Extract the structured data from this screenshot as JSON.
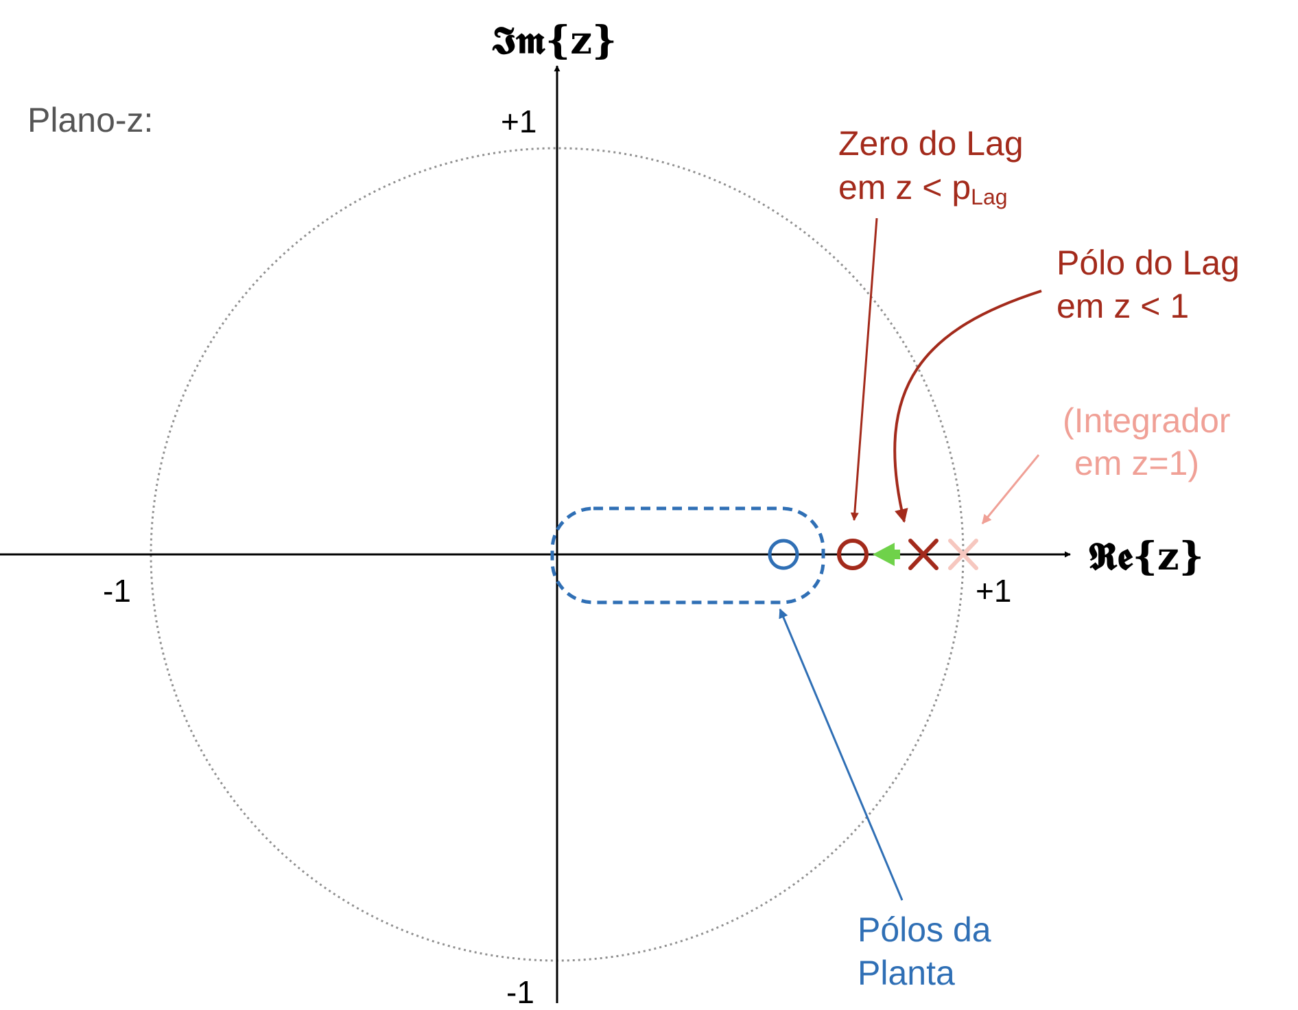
{
  "plane_label": "Plano-z:",
  "axes": {
    "imag_label": "𝕴𝖒{z}",
    "real_label": "𝕽𝖊{z}",
    "tick_im_plus": "+1",
    "tick_im_minus": "-1",
    "tick_re_plus": "+1",
    "tick_re_minus": "-1"
  },
  "annotations": {
    "lag_zero": {
      "line1": "Zero do Lag",
      "line2_prefix": "em z < p",
      "line2_subscript": "Lag"
    },
    "lag_pole": {
      "line1": "Pólo do Lag",
      "line2": "em z < 1"
    },
    "integrator": {
      "line1": "(Integrador",
      "line2": "em z=1)"
    },
    "plant_poles": {
      "line1": "Pólos da",
      "line2": "Planta"
    }
  },
  "colors": {
    "lag": "#a32a1b",
    "integrator": "#f0a096",
    "plant": "#2f6fb5",
    "shift_arrow": "#6fd24a",
    "unit_circle": "#909090",
    "axes": "#000000",
    "plane_label": "#555555"
  },
  "markers": {
    "plant_pole_symbol": "circle",
    "lag_zero_symbol": "circle",
    "lag_pole_symbol": "cross",
    "integrator_symbol": "cross",
    "shift_arrow": "lag pole moved left from z=1"
  }
}
